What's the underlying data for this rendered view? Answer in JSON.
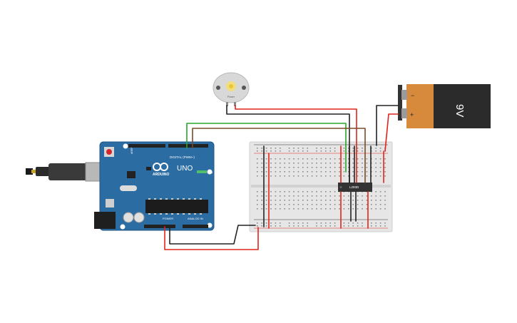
{
  "arduino": {
    "brand": "ARDUINO",
    "model": "UNO",
    "digital_label": "DIGITAL (PWM~)",
    "analog_label": "ANALOG IN",
    "power_label": "POWER",
    "on_label": "ON",
    "board_color": "#2b6ca3"
  },
  "motor": {
    "label": "Power"
  },
  "battery": {
    "voltage": "9V",
    "minus": "−",
    "plus": "+",
    "case_color": "#d88a3c"
  },
  "chip": {
    "label": "L293D"
  },
  "wire_colors": {
    "red": "#e2231a",
    "black": "#222222",
    "green": "#2aa52a",
    "brown": "#7a4a2a"
  }
}
